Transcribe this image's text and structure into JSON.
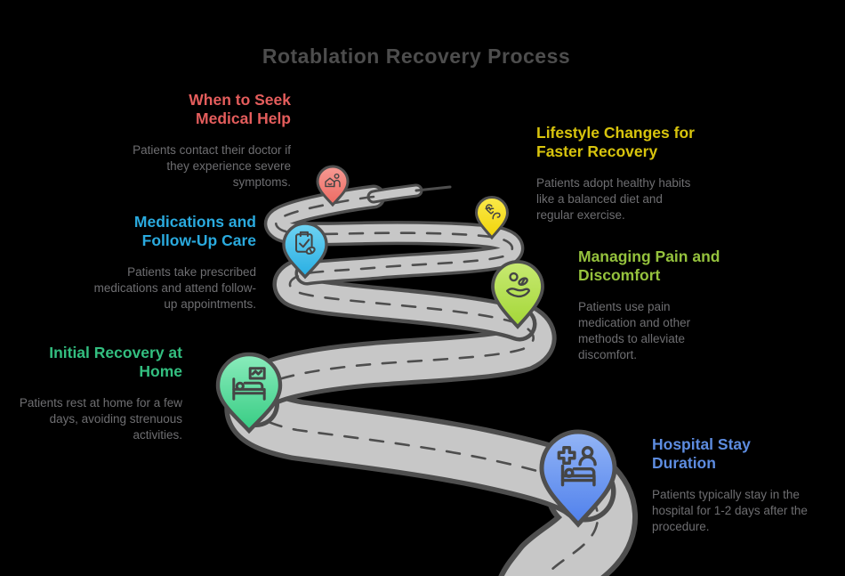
{
  "title": "Rotablation Recovery Process",
  "colors": {
    "background": "#000000",
    "title_text": "#4d4d4d",
    "body_text": "#6e6e71",
    "road_fill": "#c7c7c7",
    "road_outline": "#4e4e4e",
    "road_dash": "#4e4e4e",
    "icon_stroke": "#454545"
  },
  "steps": [
    {
      "id": "when-to-seek-medical-help",
      "heading": "When to Seek Medical Help",
      "body": "Patients contact their doctor if they experience severe symptoms.",
      "heading_color": "#e45d5c",
      "pin_color_top": "#f59a93",
      "pin_color_bottom": "#ee6a62",
      "icon": "patient-contact-icon"
    },
    {
      "id": "lifestyle-changes-for-faster-recovery",
      "heading": "Lifestyle Changes for Faster Recovery",
      "body": "Patients adopt healthy habits like a balanced diet and regular exercise.",
      "heading_color": "#d8c40d",
      "pin_color_top": "#fae94a",
      "pin_color_bottom": "#f2d409",
      "icon": "healthy-heart-icon"
    },
    {
      "id": "medications-and-follow-up-care",
      "heading": "Medications and Follow-Up Care",
      "body": "Patients take prescribed medications and attend follow-up appointments.",
      "heading_color": "#2aaade",
      "pin_color_top": "#6fd3f2",
      "pin_color_bottom": "#28aee3",
      "icon": "clipboard-pill-icon"
    },
    {
      "id": "managing-pain-and-discomfort",
      "heading": "Managing Pain and Discomfort",
      "body": "Patients use pain medication and other methods to alleviate discomfort.",
      "heading_color": "#95c23d",
      "pin_color_top": "#c8e972",
      "pin_color_bottom": "#a3d737",
      "icon": "hand-pills-icon"
    },
    {
      "id": "initial-recovery-at-home",
      "heading": "Initial Recovery at Home",
      "body": "Patients rest at home for a few days, avoiding strenuous activities.",
      "heading_color": "#33bf80",
      "pin_color_top": "#8aecbc",
      "pin_color_bottom": "#36cc83",
      "icon": "bed-rest-icon"
    },
    {
      "id": "hospital-stay-duration",
      "heading": "Hospital Stay Duration",
      "body": "Patients typically stay in the hospital for 1-2 days after the procedure.",
      "heading_color": "#5d8ce0",
      "pin_color_top": "#93b5f6",
      "pin_color_bottom": "#4f80ec",
      "icon": "hospital-bed-icon"
    }
  ]
}
